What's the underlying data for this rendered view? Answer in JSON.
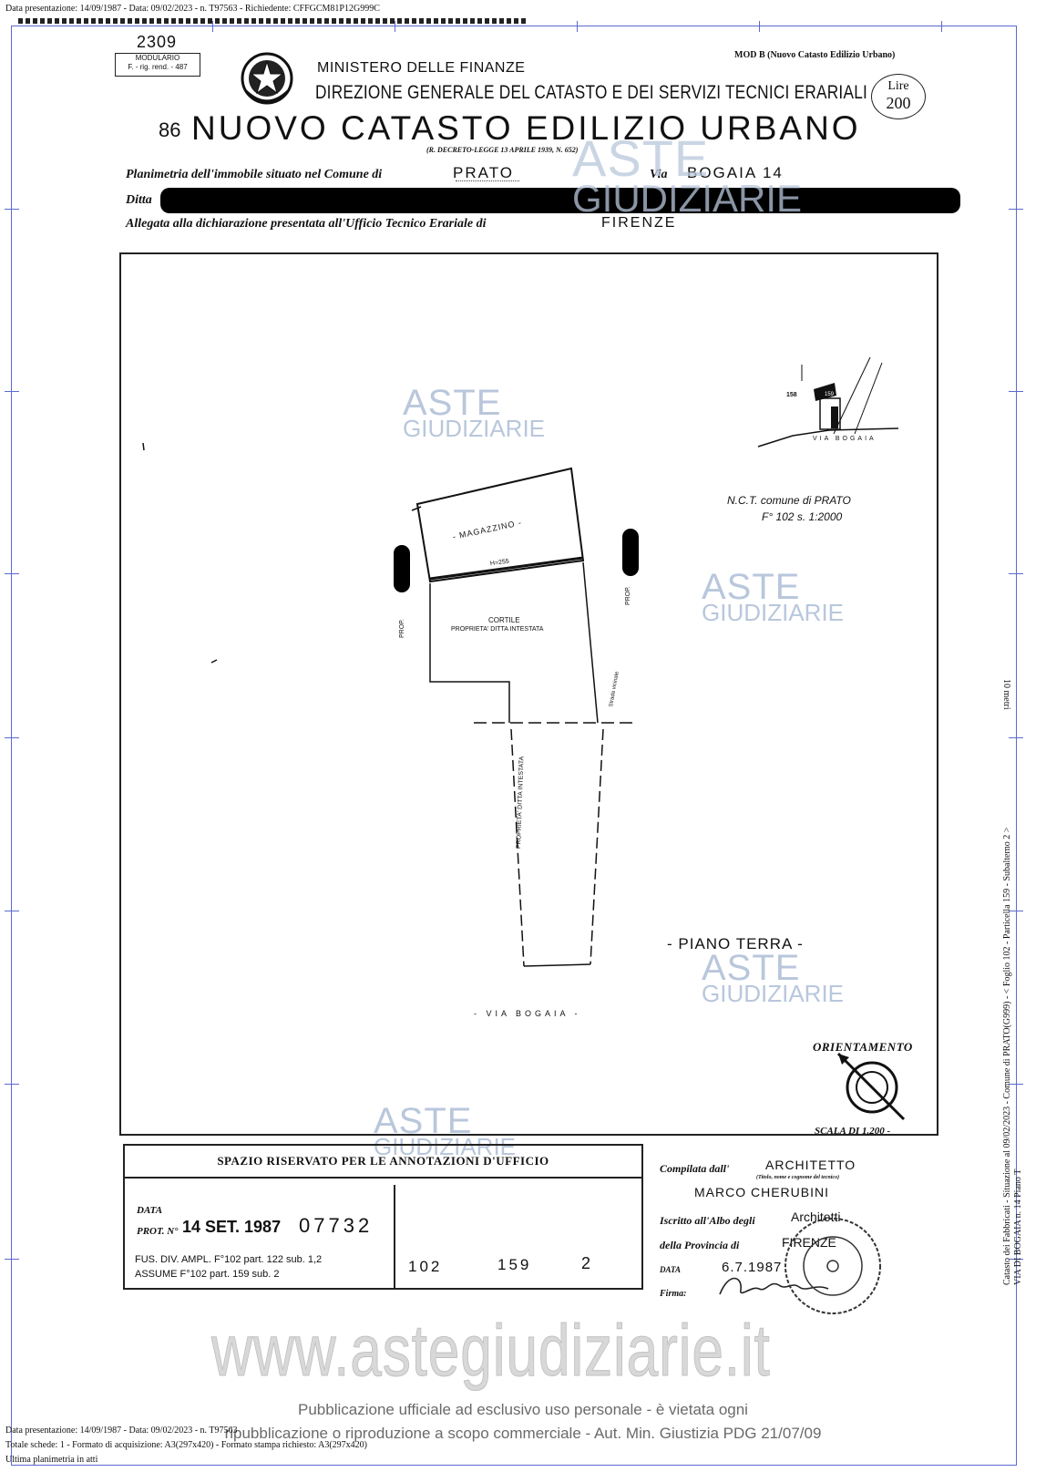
{
  "header": {
    "top_meta": "Data presentazione: 14/09/1987 - Data: 09/02/2023 - n. T97563 - Richiedente: CFFGCM81P12G999C",
    "stamp_number": "2309",
    "modulario_line1": "MODULARIO",
    "modulario_line2": "F. - rig. rend. - 487",
    "ministry": "MINISTERO DELLE FINANZE",
    "direction": "DIREZIONE GENERALE DEL CATASTO E DEI SERVIZI TECNICI ERARIALI",
    "model": "MOD B (Nuovo Catasto Edilizio Urbano)",
    "lire_label": "Lire",
    "lire_value": "200",
    "form_number": "86",
    "title": "NUOVO CATASTO EDILIZIO URBANO",
    "decree": "(R. DECRETO-LEGGE 13 APRILE 1939, N. 652)"
  },
  "form": {
    "planimetria_label": "Planimetria dell'immobile situato nel Comune di",
    "comune_value": "PRATO",
    "via_label": "Via",
    "via_value": "BOGAIA 14",
    "ditta_label": "Ditta",
    "allegata_label": "Allegata alla dichiarazione presentata all'Ufficio Tecnico Erariale di",
    "ufficio_value": "FIRENZE"
  },
  "plan": {
    "magazzino": "- MAGAZZINO -",
    "height": "H=255",
    "cortile": "CORTILE",
    "cortile_owner": "PROPRIETA' DITTA INTESTATA",
    "strip_owner": "PROPRIETA' DITTA INTESTATA",
    "prop_left": "PROP.",
    "prop_right": "PROP.",
    "strada": "Strada vicinale",
    "via_bogaia": "- VIA BOGAIA -",
    "nct_line1": "N.C.T. comune di PRATO",
    "nct_line2": "F° 102 s. 1:2000",
    "loc_158": "158",
    "loc_159": "159",
    "loc_via": "VIA BOGAIA",
    "floor": "- PIANO TERRA -",
    "orientamento": "ORIENTAMENTO",
    "scala": "SCALA DI 1.200 -"
  },
  "watermark": {
    "aste": "ASTE",
    "giudiziarie": "GIUDIZIARIE"
  },
  "annotations": {
    "title": "SPAZIO RISERVATO PER LE ANNOTAZIONI D'UFFICIO",
    "data_label": "DATA",
    "prot_label": "PROT. N°",
    "date_stamp": "14 SET. 1987",
    "prot_number": "07732",
    "note1": "FUS. DIV. AMPL. F°102 part. 122 sub. 1,2",
    "note2": "ASSUME F°102 part. 159 sub. 2",
    "foglio": "102",
    "particella": "159",
    "subalterno": "2"
  },
  "compiler": {
    "compilata_label": "Compilata dall'",
    "title_value": "ARCHITETTO",
    "title_note": "(Titolo, nome e cognome del tecnico)",
    "name_value": "MARCO CHERUBINI",
    "iscritto_label": "Iscritto all'Albo degli",
    "albo_value": "Architetti",
    "provincia_label": "della Provincia di",
    "provincia_value": "FIRENZE",
    "data_label": "DATA",
    "data_value": "6.7.1987",
    "firma_label": "Firma:"
  },
  "footer": {
    "website": "www.astegiudiziarie.it",
    "pub_line1": "Pubblicazione ufficiale ad esclusivo uso personale - è vietata ogni",
    "pub_line2": "ripubblicazione o riproduzione a scopo commerciale - Aut. Min. Giustizia PDG 21/07/09",
    "bottom_meta1": "Data presentazione: 14/09/1987 - Data: 09/02/2023 - n. T97563",
    "bottom_meta2": "Totale schede: 1 - Formato di acquisizione: A3(297x420) - Formato stampa richiesto: A3(297x420)",
    "bottom_meta3": "Ultima planimetria in atti",
    "side_note1": "Catasto dei Fabbricati - Situazione al 09/02/2023 - Comune di PRATO(G999) - < Foglio 102 - Particella 159 - Subalterno 2 >",
    "side_note2": "VIA DI BOGAIA n. 14 Piano T",
    "side_scale": "10 metri"
  }
}
